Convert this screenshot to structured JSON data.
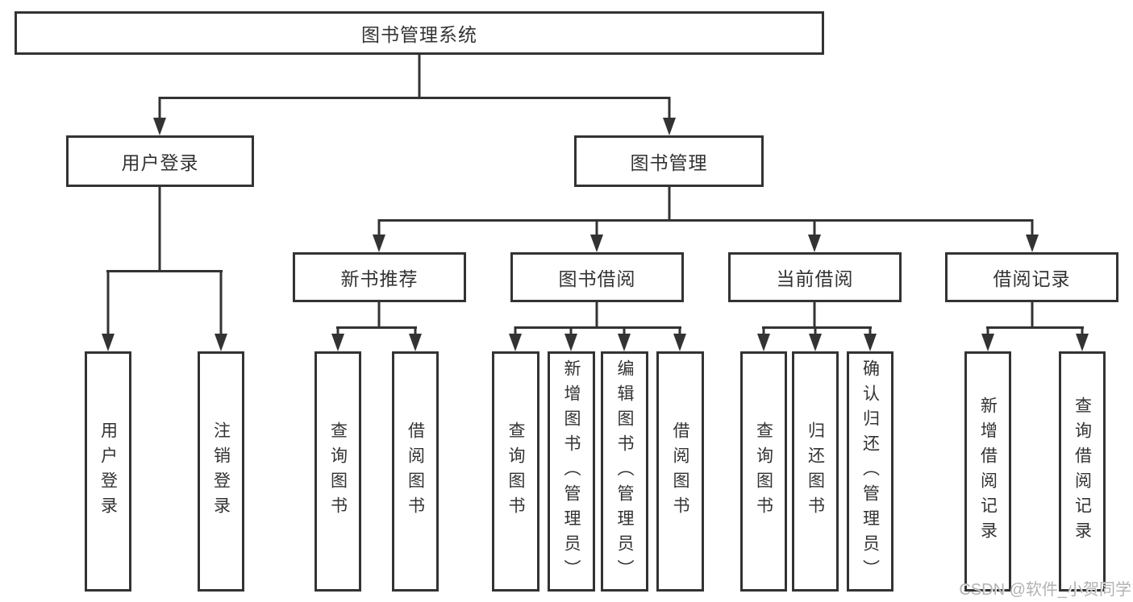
{
  "diagram": {
    "root": "图书管理系统",
    "branches": [
      {
        "label": "用户登录",
        "children": [
          "用户登录",
          "注销登录"
        ]
      },
      {
        "label": "图书管理",
        "sections": [
          {
            "label": "新书推荐",
            "children": [
              "查询图书",
              "借阅图书"
            ]
          },
          {
            "label": "图书借阅",
            "children": [
              "查询图书",
              "新增图书（管理员）",
              "编辑图书（管理员）",
              "借阅图书"
            ]
          },
          {
            "label": "当前借阅",
            "children": [
              "查询图书",
              "归还图书",
              "确认归还（管理员）"
            ]
          },
          {
            "label": "借阅记录",
            "children": [
              "新增借阅记录",
              "查询借阅记录"
            ]
          }
        ]
      }
    ]
  },
  "watermark": "CSDN @软件_小贺同学",
  "colors": {
    "line": "#333333",
    "text": "#333333",
    "background": "#ffffff",
    "watermark": "#b2b2b2"
  }
}
